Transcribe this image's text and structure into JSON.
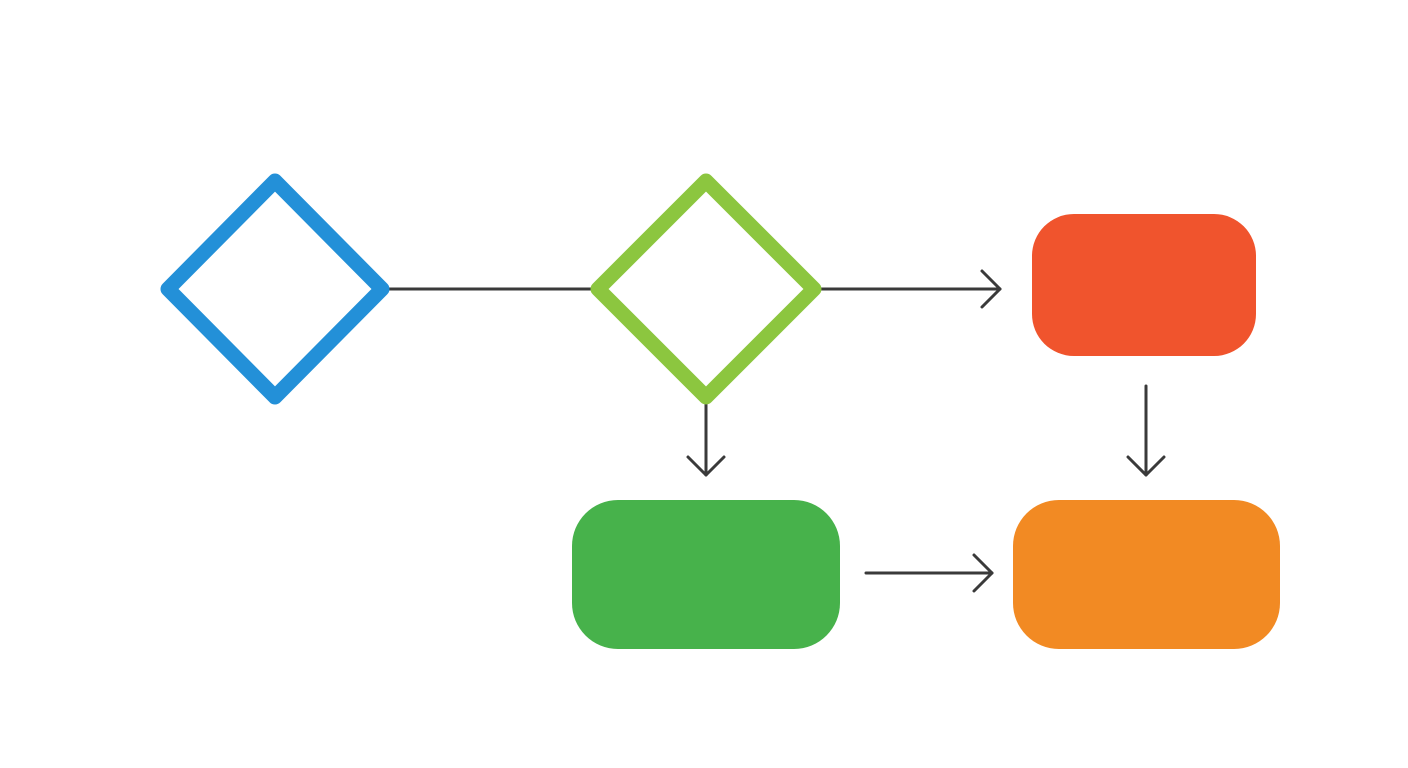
{
  "diagram": {
    "background": "#ffffff",
    "connector_color": "#3a3a3a",
    "nodes": [
      {
        "id": "blue-diamond",
        "shape": "diamond",
        "outline_color": "#2390d8",
        "fill_color": "#ffffff",
        "label": ""
      },
      {
        "id": "green-diamond",
        "shape": "diamond",
        "outline_color": "#8cc63f",
        "fill_color": "#ffffff",
        "label": ""
      },
      {
        "id": "red-box",
        "shape": "rounded-rectangle",
        "fill_color": "#f0542d",
        "label": ""
      },
      {
        "id": "green-box",
        "shape": "rounded-rectangle",
        "fill_color": "#47b24b",
        "label": ""
      },
      {
        "id": "orange-box",
        "shape": "rounded-rectangle",
        "fill_color": "#f28a23",
        "label": ""
      }
    ],
    "edges": [
      {
        "from": "blue-diamond",
        "to": "green-diamond",
        "arrowhead": false
      },
      {
        "from": "green-diamond",
        "to": "red-box",
        "arrowhead": true
      },
      {
        "from": "green-diamond",
        "to": "green-box",
        "arrowhead": true
      },
      {
        "from": "red-box",
        "to": "orange-box",
        "arrowhead": true
      },
      {
        "from": "green-box",
        "to": "orange-box",
        "arrowhead": true
      }
    ]
  }
}
